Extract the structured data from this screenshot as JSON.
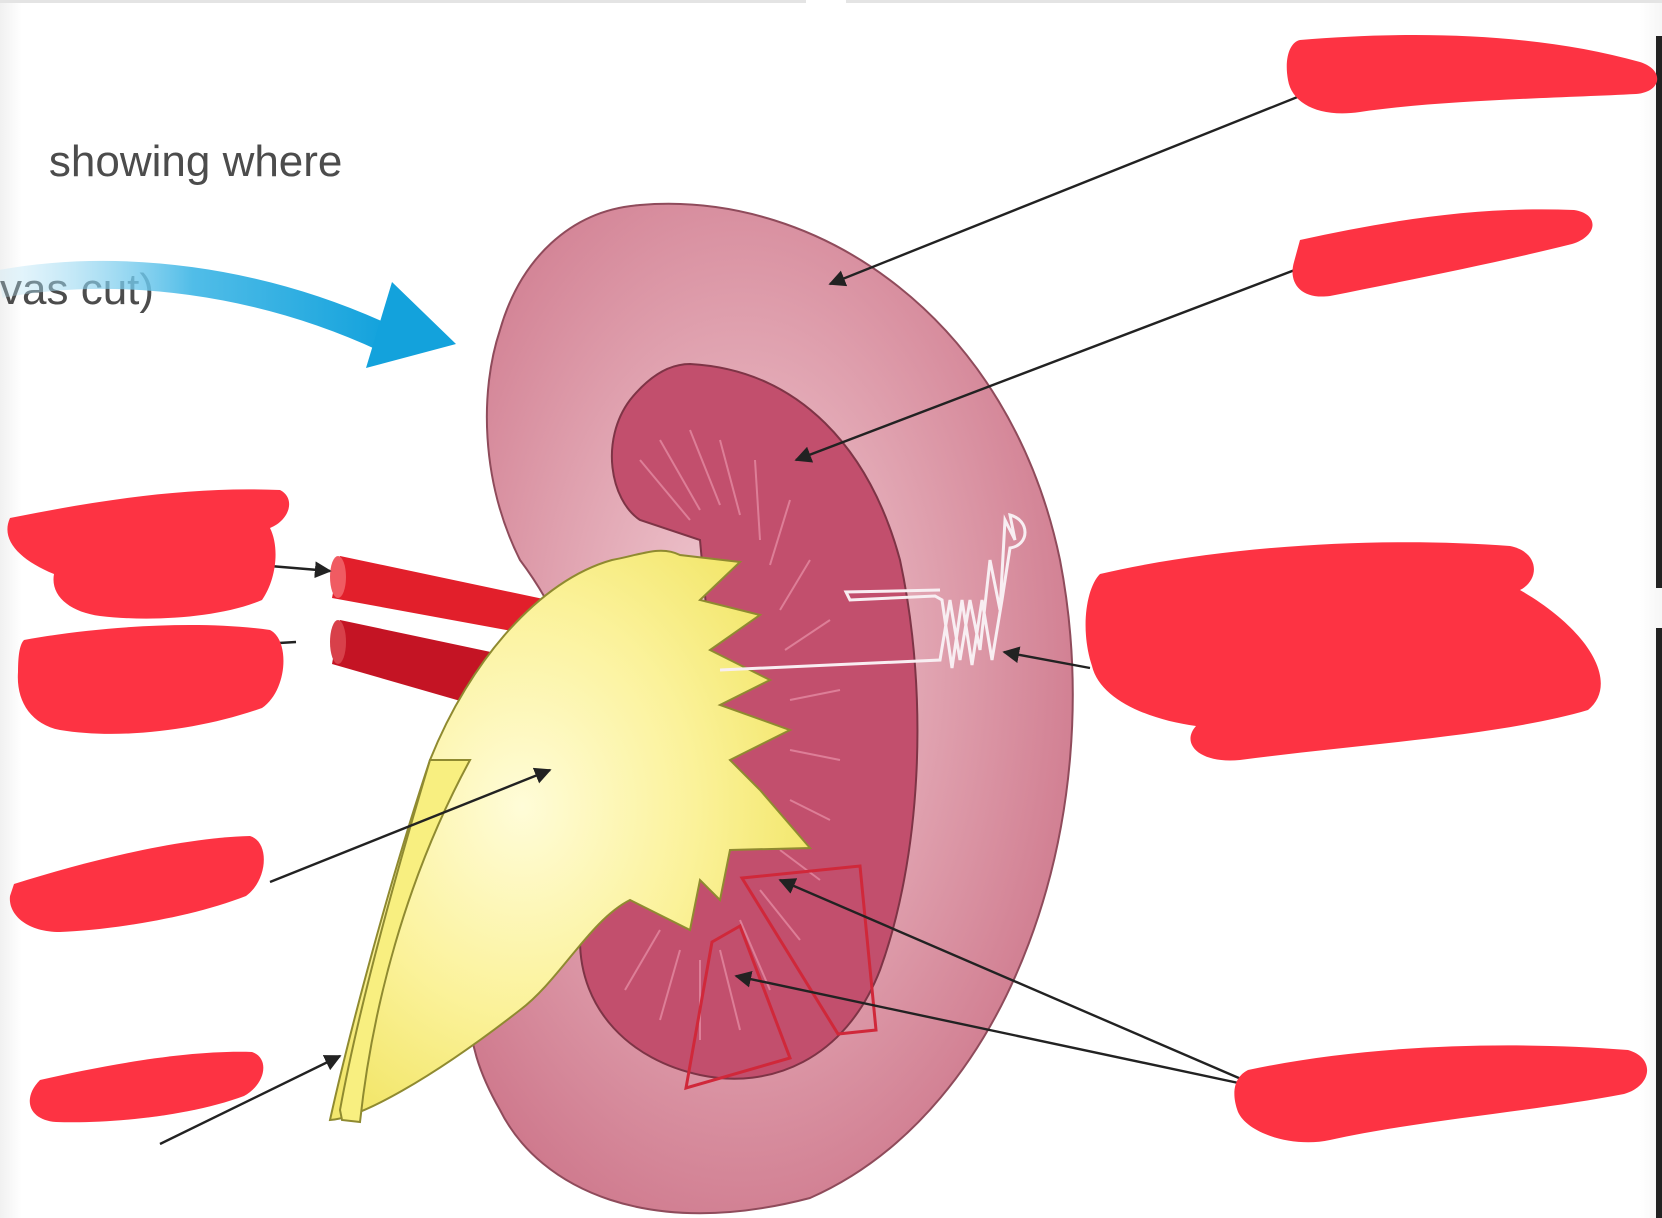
{
  "caption": {
    "line1": "showing where",
    "line2": "vas cut)"
  },
  "colors": {
    "cortex": "#cd7486",
    "medulla": "#c24f6d",
    "pelvis": "#f8ef80",
    "artery": "#e21f2b",
    "vein": "#c41424",
    "arrow_blue": "#18a7de",
    "redaction": "#fd3343",
    "outline": "#d0283a",
    "pointer": "#222222"
  },
  "icons": {
    "cut_arrow": "curved-arrow-icon",
    "nephron": "nephron-squiggle-icon"
  },
  "labels_redacted": 10
}
